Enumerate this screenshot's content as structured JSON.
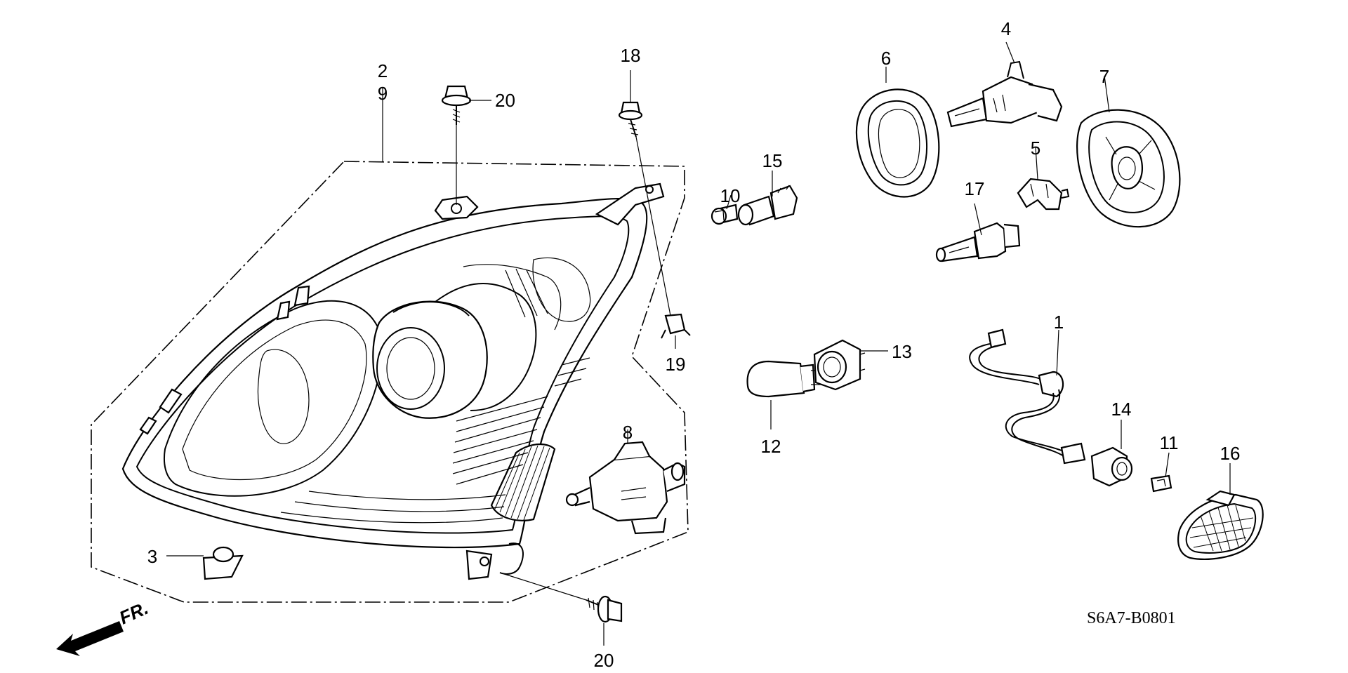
{
  "diagram_code": "S6A7-B0801",
  "front_marker": "FR.",
  "callouts": {
    "c1": "1",
    "c2": "2",
    "c3": "3",
    "c4": "4",
    "c5": "5",
    "c6": "6",
    "c7": "7",
    "c8": "8",
    "c9": "9",
    "c10": "10",
    "c11": "11",
    "c12": "12",
    "c13": "13",
    "c14": "14",
    "c15": "15",
    "c16": "16",
    "c17": "17",
    "c18": "18",
    "c19": "19",
    "c20a": "20",
    "c20b": "20"
  }
}
